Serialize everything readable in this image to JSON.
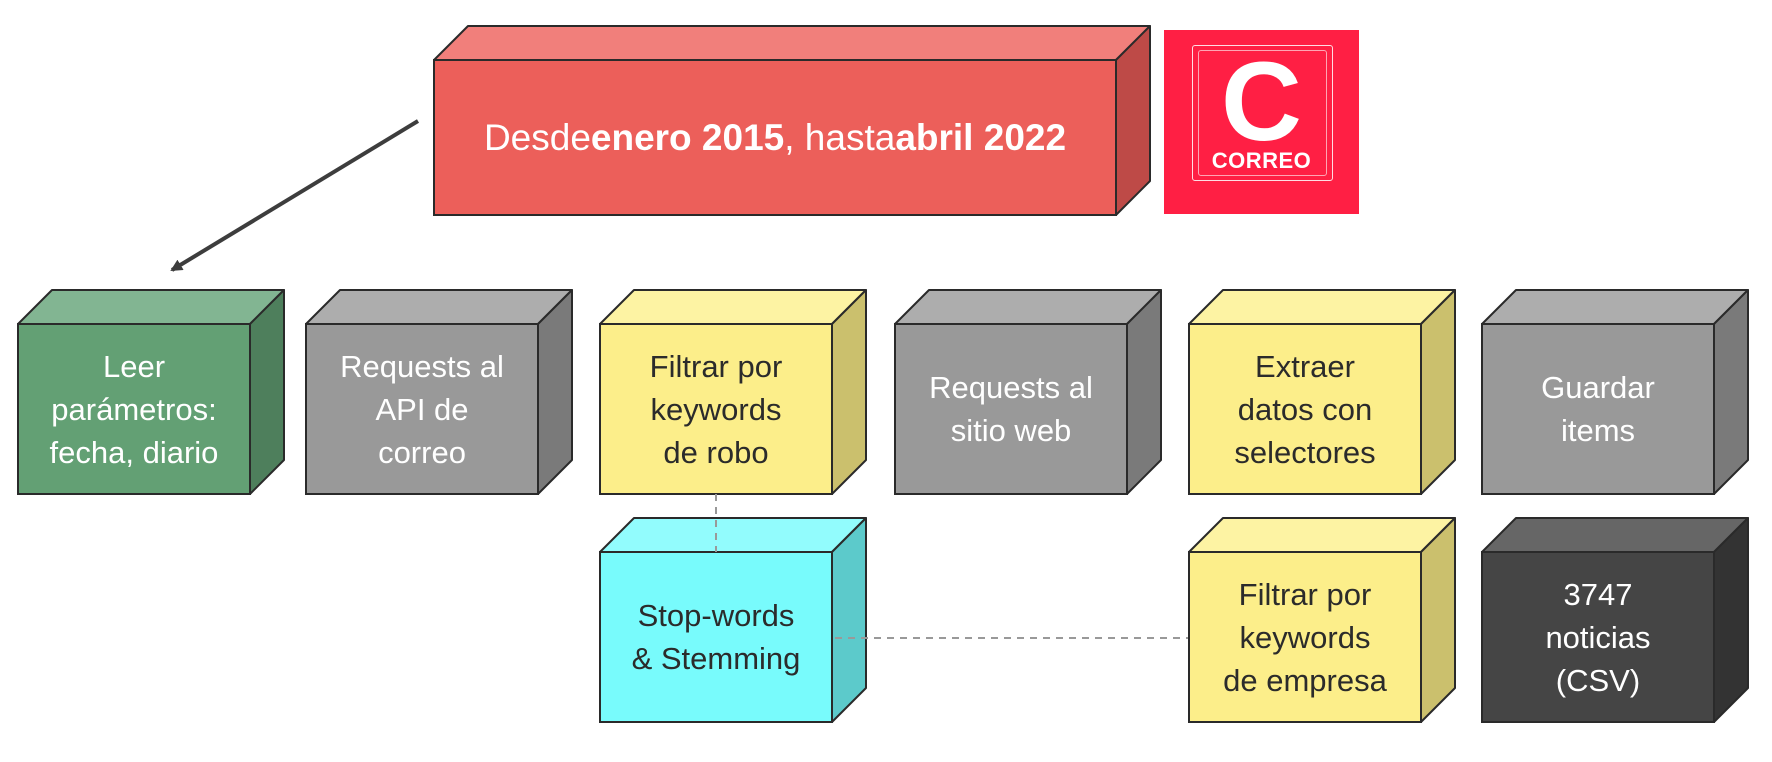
{
  "banner": {
    "text_1": "Desde ",
    "text_2": "enero 2015",
    "text_3": ", hasta ",
    "text_4": "abril 2022"
  },
  "logo": {
    "letter": "C",
    "brand": "CORREO"
  },
  "boxes": [
    {
      "id": "leer-parametros",
      "label": "Leer\nparámetros:\nfecha, diario",
      "color": "green"
    },
    {
      "id": "requests-api",
      "label": "Requests al\nAPI de\ncorreo",
      "color": "gray"
    },
    {
      "id": "filtrar-robo",
      "label": "Filtrar por\nkeywords\nde robo",
      "color": "yellow"
    },
    {
      "id": "requests-sitio",
      "label": "Requests al\nsitio web",
      "color": "gray"
    },
    {
      "id": "extraer-datos",
      "label": "Extraer\ndatos con\nselectores",
      "color": "yellow"
    },
    {
      "id": "guardar-items",
      "label": "Guardar\nitems",
      "color": "gray"
    },
    {
      "id": "stop-words",
      "label": "Stop-words\n& Stemming",
      "color": "cyan"
    },
    {
      "id": "filtrar-empresa",
      "label": "Filtrar por\nkeywords\nde empresa",
      "color": "yellow"
    },
    {
      "id": "noticias-csv",
      "label": "3747\nnoticias\n(CSV)",
      "color": "dark"
    }
  ],
  "colors": {
    "red": {
      "front": "#ec5f5a",
      "top": "#f17f7b",
      "side": "#be4a47"
    },
    "green": {
      "front": "#63a074",
      "top": "#82b592",
      "side": "#4e7f5c"
    },
    "gray": {
      "front": "#999999",
      "top": "#adadad",
      "side": "#7a7a7a"
    },
    "yellow": {
      "front": "#fcee8a",
      "top": "#fdf3a3",
      "side": "#cbc06d"
    },
    "cyan": {
      "front": "#78fbfc",
      "top": "#92fcfd",
      "side": "#5ccacb"
    },
    "dark": {
      "front": "#454545",
      "top": "#666666",
      "side": "#333333"
    },
    "logo": "#ff1f44",
    "connector": "#999999",
    "arrow": "#3d3d3d"
  }
}
